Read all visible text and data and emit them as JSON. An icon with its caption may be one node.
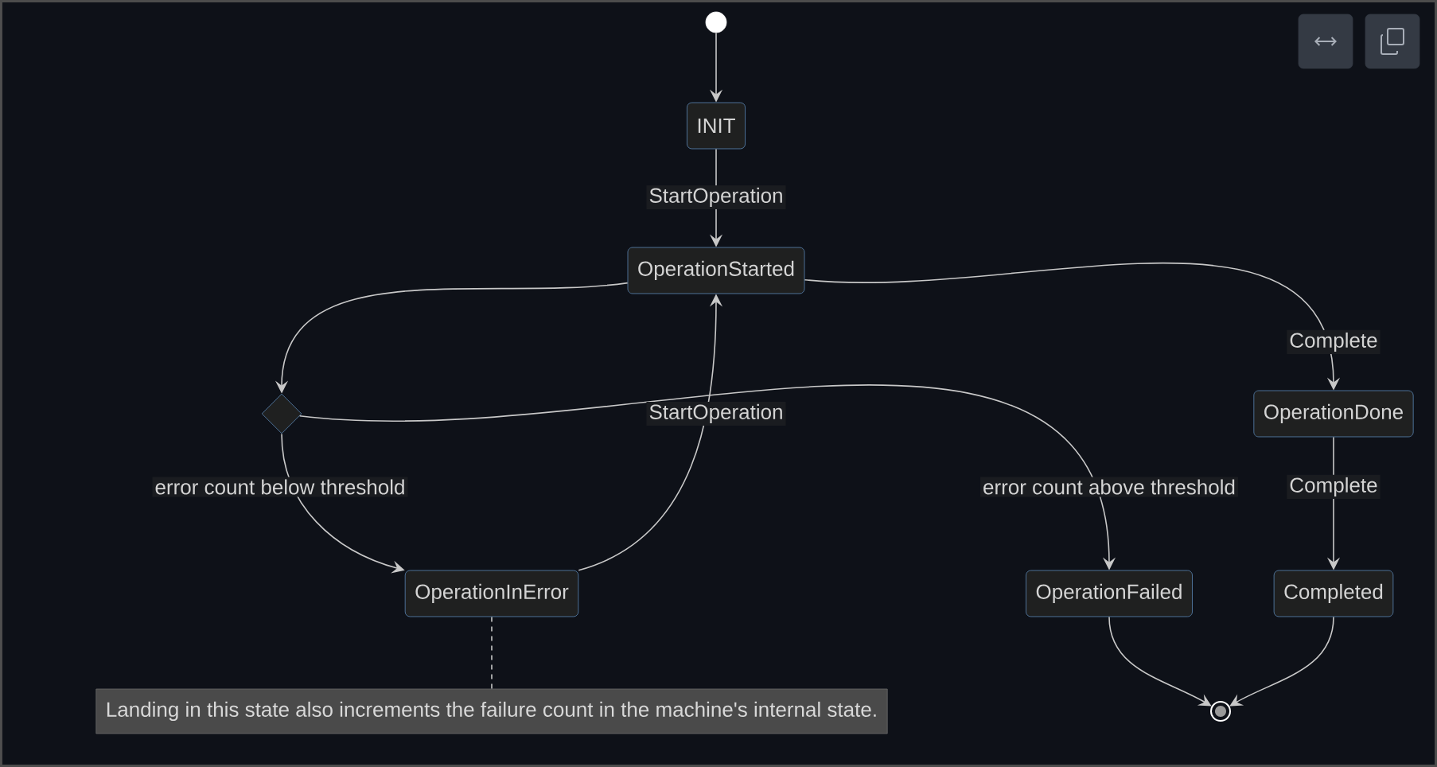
{
  "diagram": {
    "nodes": [
      {
        "text": [],
        "shape": "circle"
      },
      {
        "text": [
          "INIT"
        ]
      },
      {
        "text": [
          "OperationStarted"
        ]
      },
      {
        "text": [],
        "shape": "diamond"
      },
      {
        "text": [
          "OperationDone"
        ]
      },
      {
        "text": [
          "OperationInError"
        ]
      },
      {
        "text": [
          "OperationFailed"
        ]
      },
      {
        "text": [
          "Completed"
        ]
      },
      {
        "text": [
          "Landing in this state also increments the failure count in the machine's internal state."
        ]
      },
      {
        "text": [],
        "shape": "end-circle"
      }
    ],
    "edges": [
      {
        "from": 0,
        "to": 1,
        "arrow": "to"
      },
      {
        "from": 1,
        "to": 2,
        "arrow": "to",
        "label": "StartOperation"
      },
      {
        "from": 2,
        "to": 3,
        "arrow": "to"
      },
      {
        "from": 2,
        "to": 4,
        "arrow": "to",
        "label": "Complete"
      },
      {
        "from": 3,
        "to": 5,
        "arrow": "to",
        "label": "error count below threshold"
      },
      {
        "from": 3,
        "to": 6,
        "arrow": "to",
        "label": "error count above threshold"
      },
      {
        "from": 5,
        "to": 2,
        "arrow": "to",
        "label": "StartOperation"
      },
      {
        "from": 4,
        "to": 7,
        "arrow": "to",
        "label": "Complete"
      },
      {
        "from": 6,
        "to": 9,
        "arrow": "to"
      },
      {
        "from": 7,
        "to": 9,
        "arrow": "to"
      },
      {
        "from": 5,
        "to": 8,
        "arrow": "none",
        "style": "dashed"
      }
    ]
  }
}
